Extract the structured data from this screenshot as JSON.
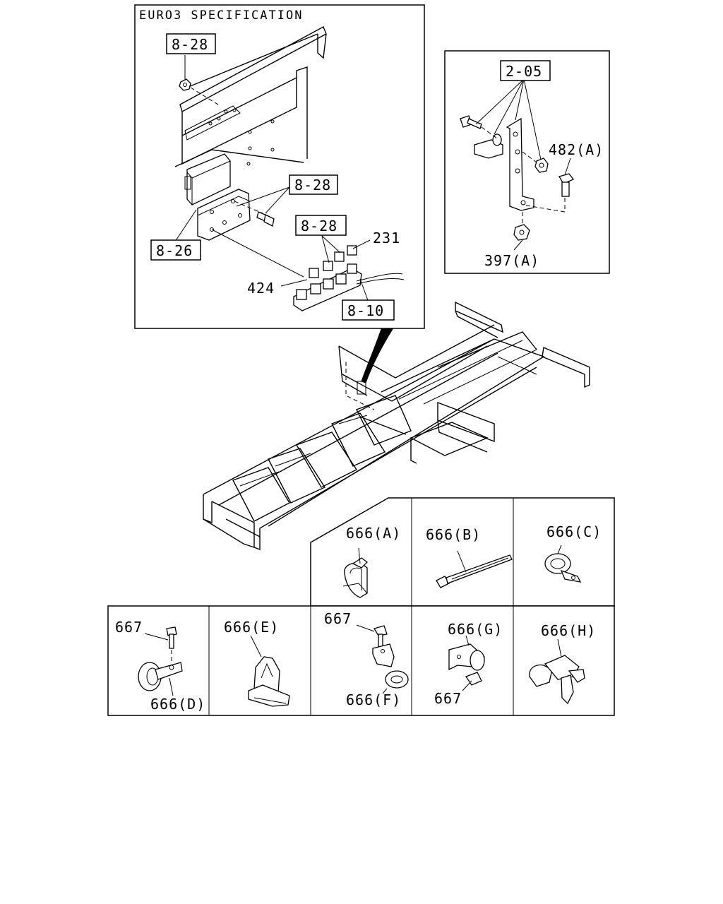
{
  "inset_main": {
    "title": "EURO3 SPECIFICATION",
    "ref_top": "8-28",
    "ref_bolt": "8-28",
    "ref_relays": "8-28",
    "ref_bracket": "8-26",
    "ref_harness": "8-10",
    "part_231": "231",
    "part_424": "424"
  },
  "inset_right": {
    "ref": "2-05",
    "part_482": "482(A)",
    "part_397": "397(A)"
  },
  "grid": {
    "row1": [
      "666(A)",
      "666(B)",
      "666(C)"
    ],
    "row2": {
      "d_bolt": "667",
      "d_clip": "666(D)",
      "e_clip": "666(E)",
      "f_bolt": "667",
      "f_clip": "666(F)",
      "g_clip": "666(G)",
      "g_bolt": "667",
      "h_clip": "666(H)"
    }
  }
}
